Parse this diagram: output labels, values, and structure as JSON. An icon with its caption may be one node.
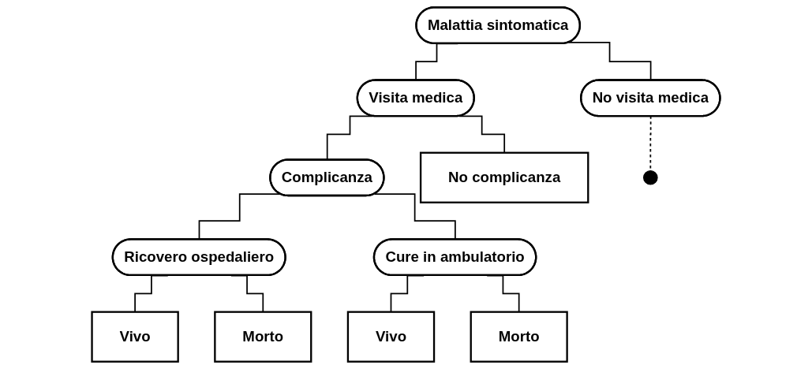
{
  "diagram": {
    "nodes": [
      {
        "text": [
          "Malattia sintomatica"
        ]
      },
      {
        "text": [
          "Visita medica"
        ]
      },
      {
        "text": [
          "No visita medica"
        ]
      },
      {
        "text": [
          "Complicanza"
        ]
      },
      {
        "text": [
          "No complicanza"
        ]
      },
      {
        "text": [
          "Ricovero ospedaliero"
        ]
      },
      {
        "text": [
          "Cure in ambulatorio"
        ]
      },
      {
        "text": [
          "Vivo"
        ]
      },
      {
        "text": [
          "Morto"
        ]
      },
      {
        "text": [
          "Vivo"
        ]
      },
      {
        "text": [
          "Morto"
        ]
      },
      {
        "text": [],
        "shape": "circle"
      }
    ],
    "edges": [
      {
        "from": 0,
        "to": 1,
        "arrow": "none"
      },
      {
        "from": 0,
        "to": 2,
        "arrow": "none"
      },
      {
        "from": 1,
        "to": 3,
        "arrow": "none"
      },
      {
        "from": 1,
        "to": 4,
        "arrow": "none"
      },
      {
        "from": 3,
        "to": 5,
        "arrow": "none"
      },
      {
        "from": 3,
        "to": 6,
        "arrow": "none"
      },
      {
        "from": 5,
        "to": 7,
        "arrow": "none"
      },
      {
        "from": 5,
        "to": 8,
        "arrow": "none"
      },
      {
        "from": 6,
        "to": 9,
        "arrow": "none"
      },
      {
        "from": 6,
        "to": 10,
        "arrow": "none"
      },
      {
        "from": 2,
        "to": 11,
        "arrow": "none",
        "style": "dashed"
      }
    ]
  }
}
